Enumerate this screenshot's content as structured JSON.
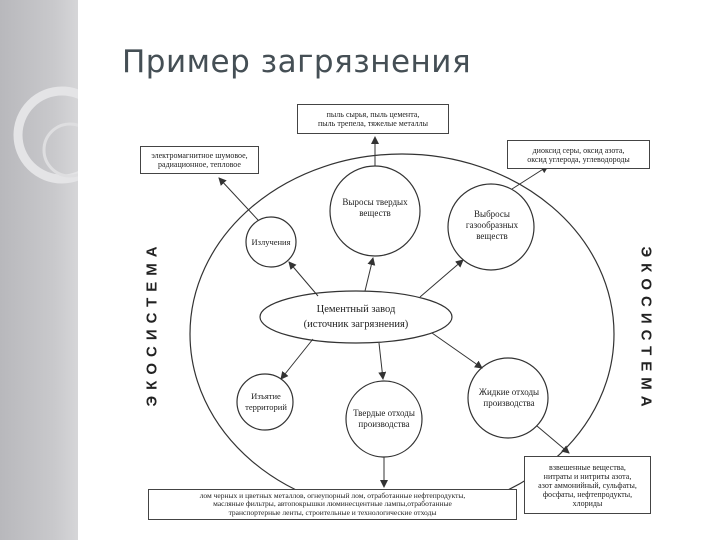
{
  "slide": {
    "title": "Пример загрязнения"
  },
  "diagram": {
    "center": {
      "line1": "Цементный завод",
      "line2": "(источник загрязнения)"
    },
    "nodes": {
      "solid_emissions": "Выросы твердых веществ",
      "gas_emissions": "Выбросы газообразных веществ",
      "radiation": "Излучения",
      "land_take": "Изъятие территорий",
      "solid_waste": "Твердые отходы производства",
      "liquid_waste": "Жидкие отходы производства"
    },
    "boxes": {
      "dust": [
        "пыль сырья, пыль цемента,",
        "пыль трепела, тяжелые металлы"
      ],
      "radiation_types": [
        "электромагнитное шумовое,",
        "радиационное, тепловое"
      ],
      "gases": [
        "диоксид серы, оксид азота,",
        "оксид углерода, углеводороды"
      ],
      "liquid": [
        "взвешенные вещества,",
        "нитраты и нитриты азота,",
        "азот аммонийный, сульфаты,",
        "фосфаты, нефтепродукты,",
        "хлориды"
      ],
      "solid": [
        "лом черных и цветных металлов, огнеупорный лом, отработанные нефтепродукты,",
        "масляные фильтры, автопокрышки люминесцентные лампы,отработанные",
        "транспортерные ленты, строительные и технологические отходы"
      ]
    },
    "ecosystem_left": "ЭКОСИСТЕМА",
    "ecosystem_right": "ЭКОСИСТЕМА"
  }
}
